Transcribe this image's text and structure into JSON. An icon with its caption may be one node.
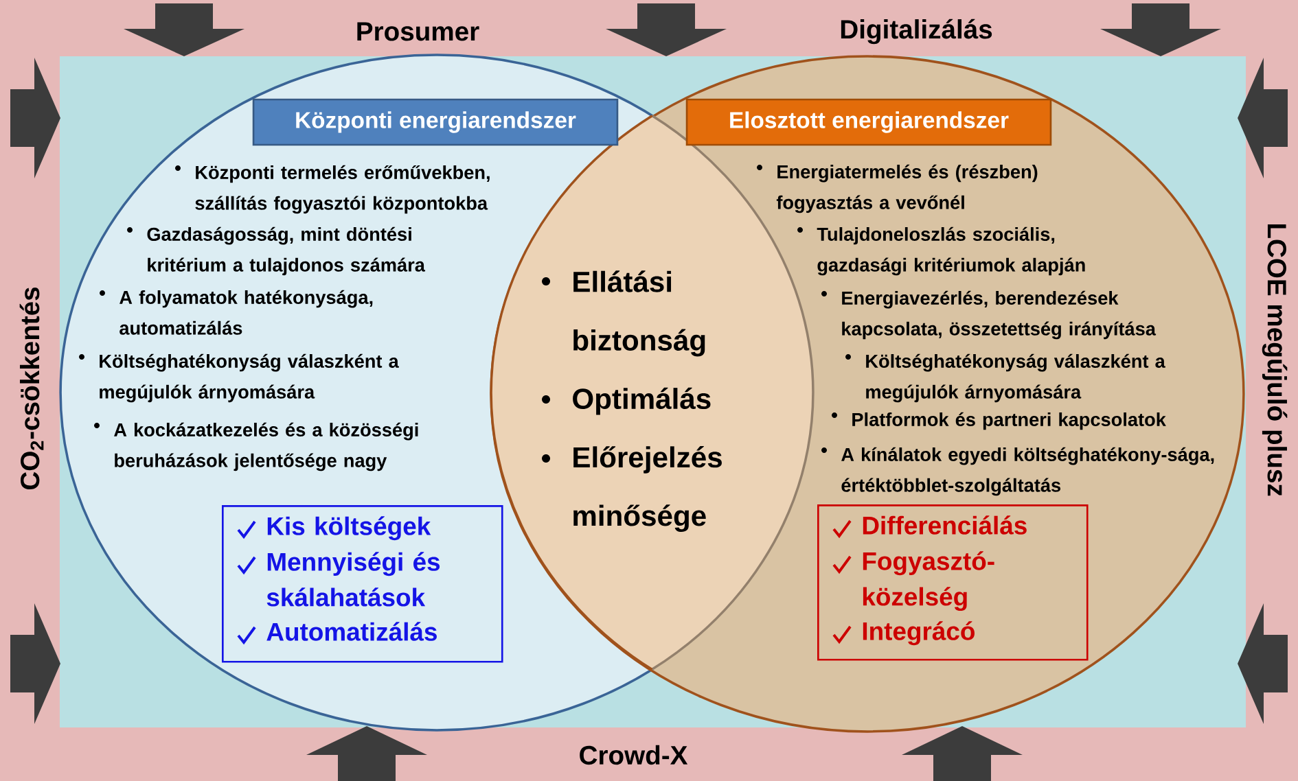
{
  "diagram": {
    "nodes": [
      {
        "text": [
          "Központi termelés erőművekben, szállítás fogyasztói központokba",
          "Gazdaságosság, mint döntési kritérium  a tulajdonos számára",
          "A folyamatok hatékonysága, automatizálás",
          "Költséghatékonyság válaszként a megújulók árnyomására",
          "A kockázatkezelés és a közösségi beruházások jelentősége nagy"
        ]
      },
      {
        "text": [
          "Központi energiarendszer"
        ],
        "in": 0
      },
      {
        "text": [
          "Kis költségek",
          "Mennyiségi és skálahatások",
          "Automatizálás"
        ],
        "in": 0
      },
      {
        "text": [
          "Energiatermelés és (részben) fogyasztás a vevőnél",
          "Tulajdoneloszlás szociális, gazdasági kritériumok alapján",
          "Energiavezérlés, berendezések kapcsolata, összetettség irányítása",
          "Költséghatékonyság válaszként a megújulók árnyomására",
          "Platformok és partneri kapcsolatok",
          "A kínálatok egyedi költséghatékony-sága, értéktöbblet-szolgáltatás"
        ]
      },
      {
        "text": [
          "Elosztott energiarendszer"
        ],
        "in": 3
      },
      {
        "text": [
          "Differenciálás",
          "Fogyasztó-közelség",
          "Integrácó"
        ],
        "in": 3
      },
      {
        "text": [
          "Ellátási biztonság",
          "Optimálás",
          "Előrejelzés minősége"
        ]
      }
    ],
    "labels": [
      "Prosumer",
      "Digitalizálás",
      "CO$_{2}$-csökkentés",
      "LCOE megújuló plusz",
      "Crowd-X"
    ]
  }
}
